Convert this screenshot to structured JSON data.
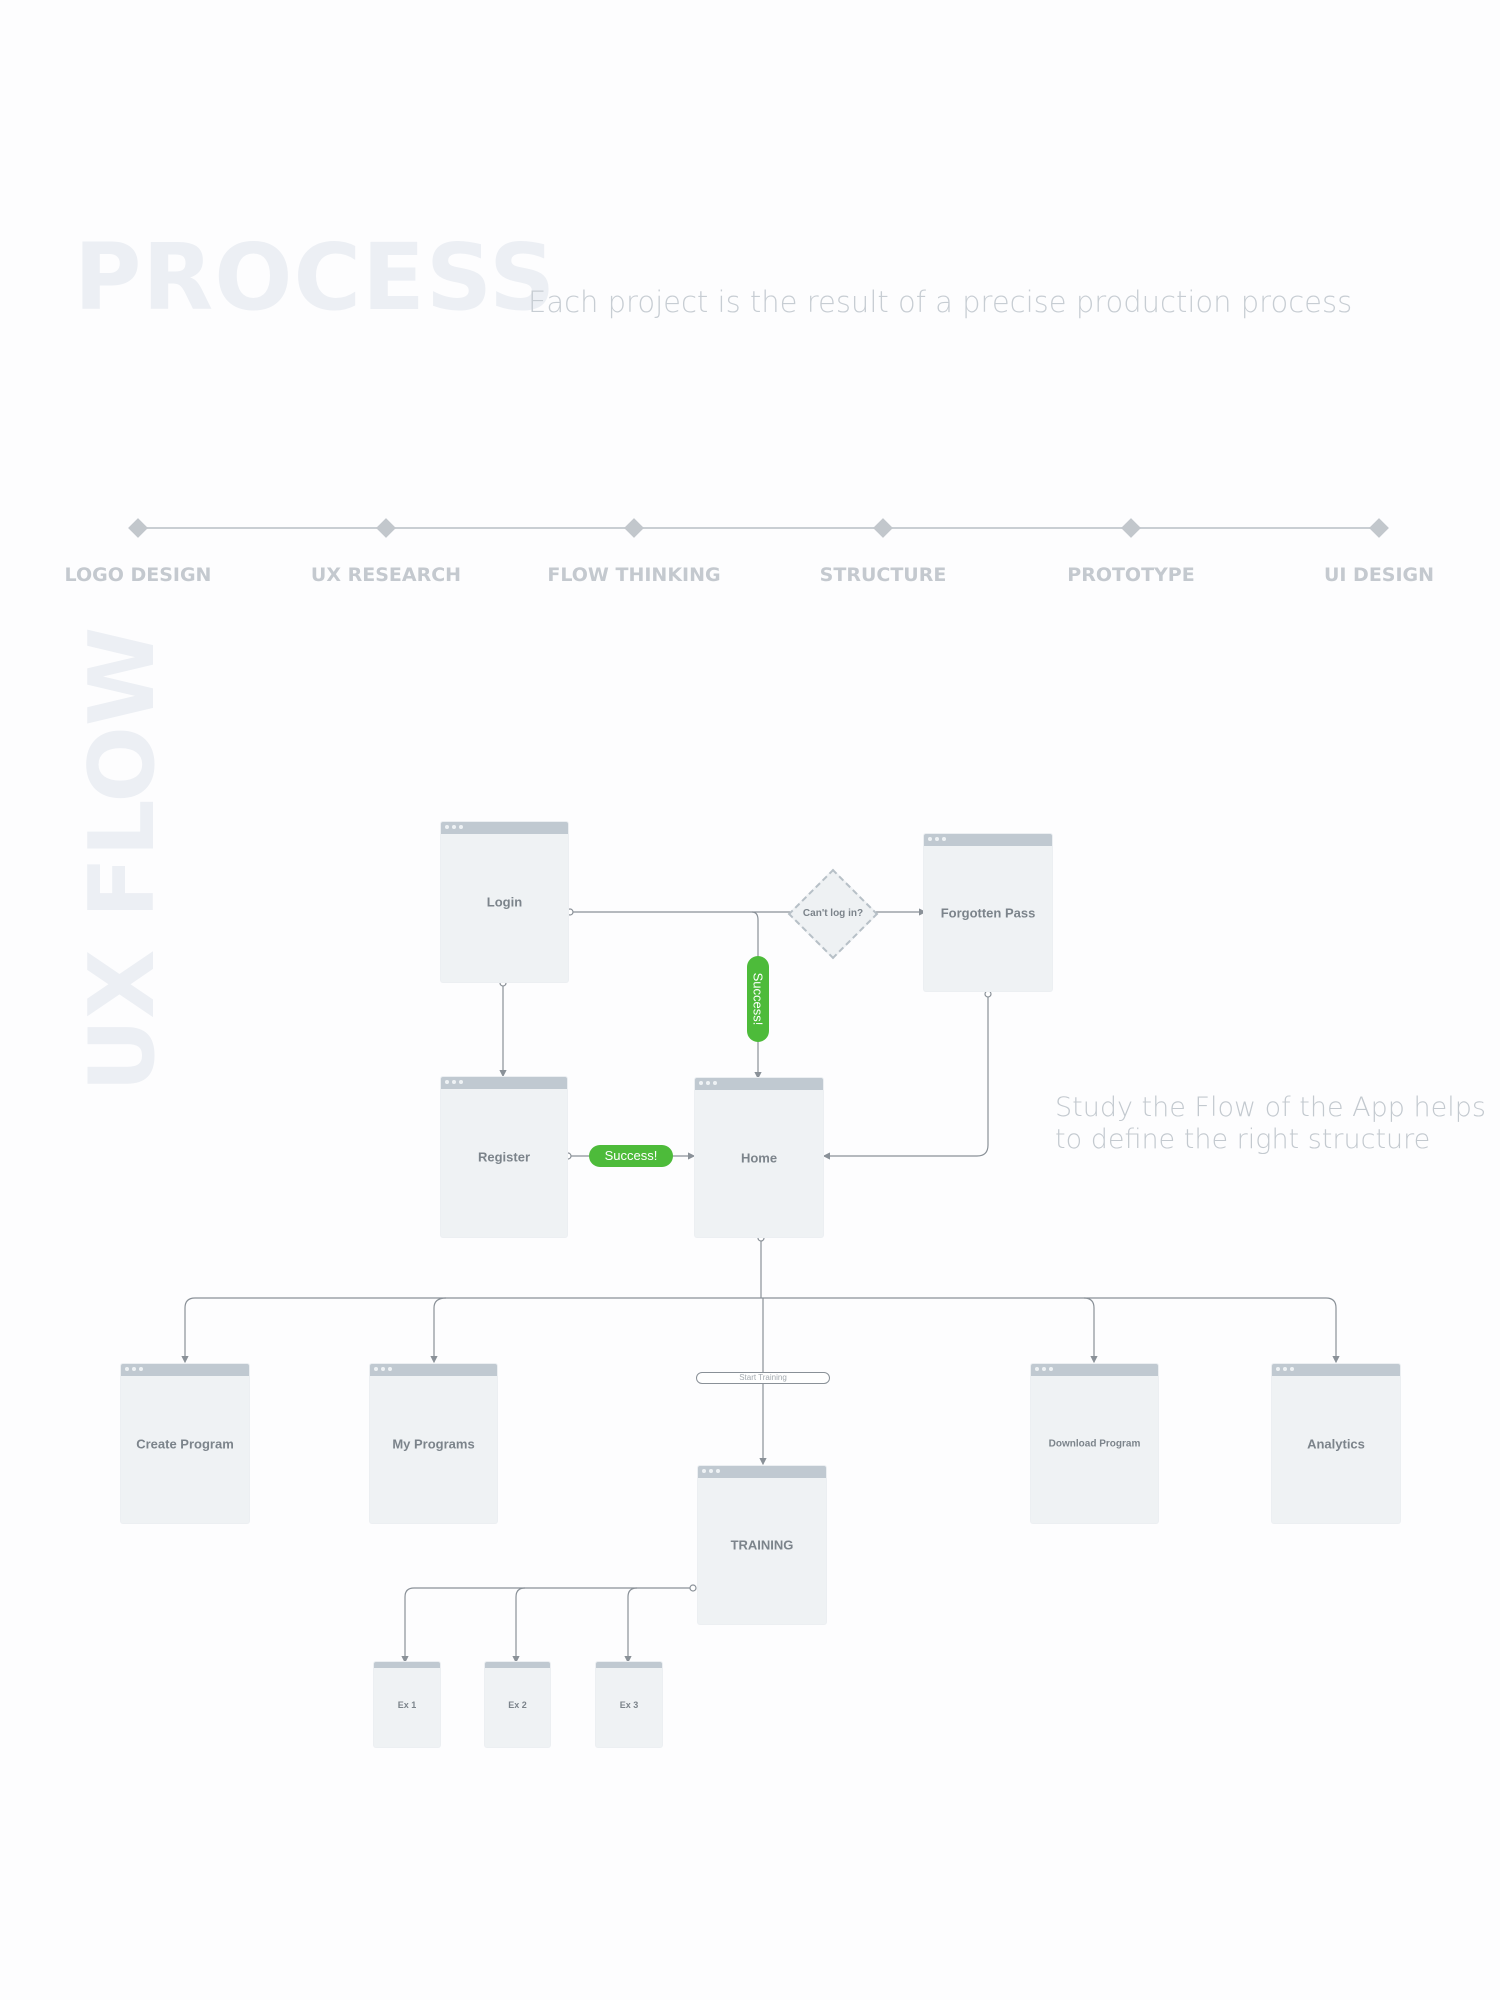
{
  "header": {
    "title": "PROCESS",
    "subtitle": "Each project is the result of a precise production process"
  },
  "timeline": {
    "steps": [
      "LOGO DESIGN",
      "UX RESEARCH",
      "FLOW THINKING",
      "STRUCTURE",
      "PROTOTYPE",
      "UI DESIGN"
    ]
  },
  "flow": {
    "title": "UX FLOW",
    "caption_line1": "Study the Flow of the App helps",
    "caption_line2": "to define the right structure",
    "screens": {
      "login": "Login",
      "forgotten_pass": "Forgotten Pass",
      "register": "Register",
      "home": "Home",
      "create_program": "Create Program",
      "my_programs": "My Programs",
      "download_program": "Download Program",
      "analytics": "Analytics",
      "training": "TRAINING",
      "ex1": "Ex 1",
      "ex2": "Ex 2",
      "ex3": "Ex 3"
    },
    "decision": "Can't log in?",
    "success_vertical": "Success!",
    "success_horizontal": "Success!",
    "start_training": "Start Training"
  },
  "colors": {
    "success_green": "#4dbb3a",
    "screen_fill": "#eff2f4",
    "screen_bar": "#c0c9d1",
    "connector": "#8a9198"
  }
}
